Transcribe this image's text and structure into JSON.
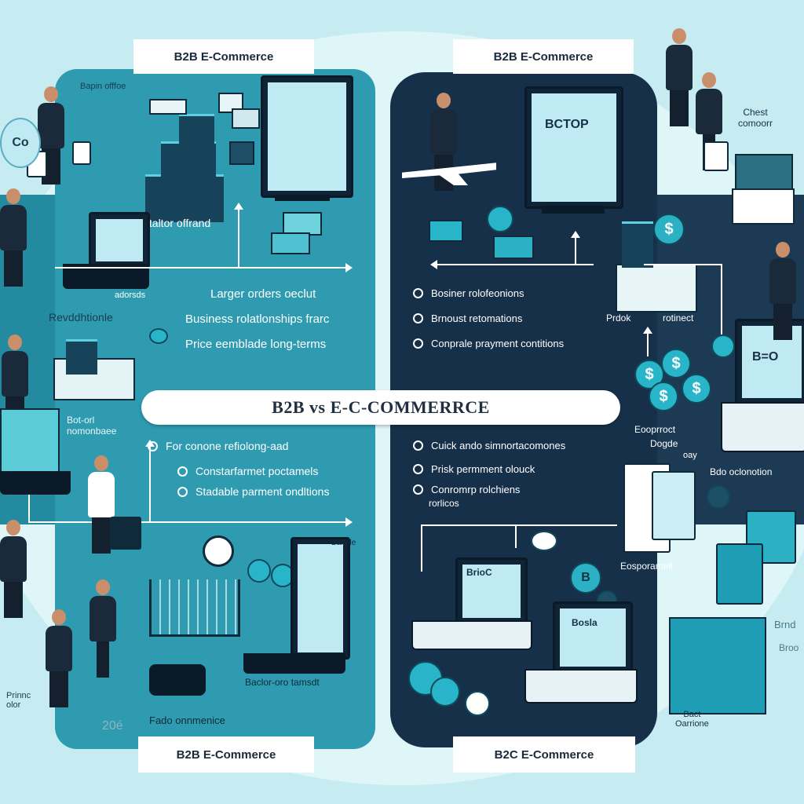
{
  "banner": {
    "title": "B2B vs E-C-COMMERRCE"
  },
  "left": {
    "header": "B2B E-Commerce",
    "footer": "B2B E-Commerce",
    "top_bullets": [
      "Larger orders oeclut",
      "Business rolatlonships frarc",
      "Price eemblade long-terms"
    ],
    "bottom_bullets": [
      "For conone refiolong-aad",
      "Constarfarmet poctamels",
      "Stadable parment ondltions"
    ],
    "labels": {
      "catalog": "Cataltor offrand",
      "offic": "Bapin offfoe",
      "eco": "Co",
      "reorder": "Revddhtionle",
      "adorsds": "adorsds",
      "bot": "Bot-orl\nnomonbaee",
      "fado": "Fado onnmenice",
      "bottom_mid": "Baclor-oro tamsdt",
      "brands": "Bandle",
      "year": "20é",
      "prinnc": "Prinnc\nolor"
    }
  },
  "right": {
    "header": "B2B E-Commerce",
    "footer": "B2C E-Commerce",
    "top_bullets": [
      "Bosiner rolofeonions",
      "Brnoust retomations",
      "Conprale prayment contitions"
    ],
    "bottom_bullets": [
      "Cuick ando simnortacomones",
      "Prisk permment olouck",
      "Conromrp rolchiens"
    ],
    "bottom_sub": "rorlicos",
    "labels": {
      "proto": "Prdok",
      "rotinect": "rotinect",
      "chest": "Chest\ncomoorr",
      "screen1": "BCTOP",
      "screen2": "BrioC",
      "screen3": "Bosla",
      "bc": "B=O",
      "ecoproduct": "Eooprroct",
      "bogde": "Dogde",
      "oay": "oay",
      "bdo": "Bdo oclonotion",
      "esporamelt": "Eosporamelt",
      "brand": "Brnd",
      "brlo": "Broo",
      "rast": "Bact\nOarrione",
      "dollar": "$",
      "b_icon": "B"
    }
  },
  "colors": {
    "left_panel": "#2e9bb1",
    "right_panel": "#17304a",
    "background": "#c6ecf2",
    "accent": "#28b5c9"
  }
}
